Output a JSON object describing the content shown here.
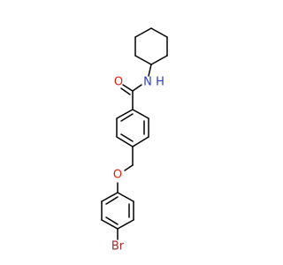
{
  "molecule": {
    "atoms": {
      "N": {
        "label": "N",
        "color": "#2d3bd4"
      },
      "H": {
        "label": "H",
        "color": "#2d3bd4"
      },
      "O_carbonyl": {
        "label": "O",
        "color": "#e8200c"
      },
      "O_ether": {
        "label": "O",
        "color": "#e8200c"
      },
      "Br": {
        "label": "Br",
        "color": "#a52a2a"
      }
    },
    "bond_color": "#000000"
  }
}
